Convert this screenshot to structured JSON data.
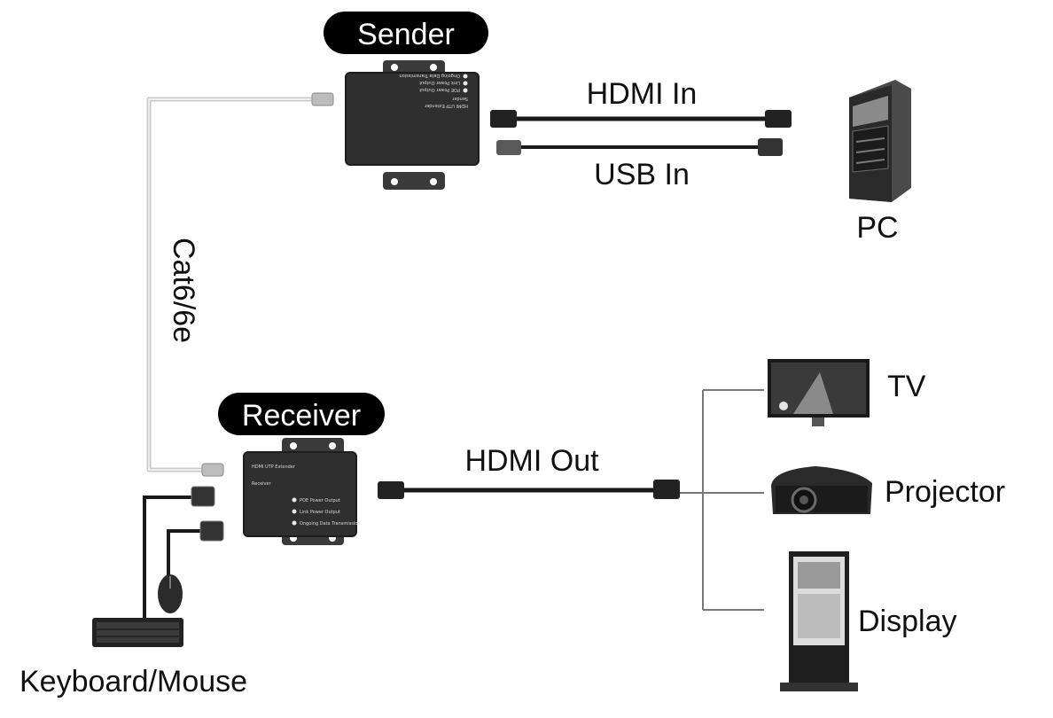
{
  "sender": {
    "badge": "Sender",
    "panel_title": "HDMI UTP Extender",
    "panel_subtitle": "Sender",
    "leds": [
      "POE Power Output",
      "Link Power Output",
      "Ongoing Data Transmission"
    ]
  },
  "receiver": {
    "badge": "Receiver",
    "panel_title": "HDMI UTP Extender",
    "panel_subtitle": "Receiver",
    "leds": [
      "POE Power Output",
      "Link Power Output",
      "Ongoing Data Transmission"
    ]
  },
  "links": {
    "hdmi_in": "HDMI In",
    "usb_in": "USB In",
    "cat6": "Cat6/6e",
    "hdmi_out": "HDMI Out"
  },
  "devices": {
    "pc": "PC",
    "tv": "TV",
    "projector": "Projector",
    "display": "Display",
    "keyboard_mouse": "Keyboard/Mouse"
  },
  "colors": {
    "badge": "#000000",
    "device_body": "#2f2f2f",
    "cable": "#1a1a1a",
    "cat_cable": "#c9c9c9",
    "line": "#777777"
  }
}
